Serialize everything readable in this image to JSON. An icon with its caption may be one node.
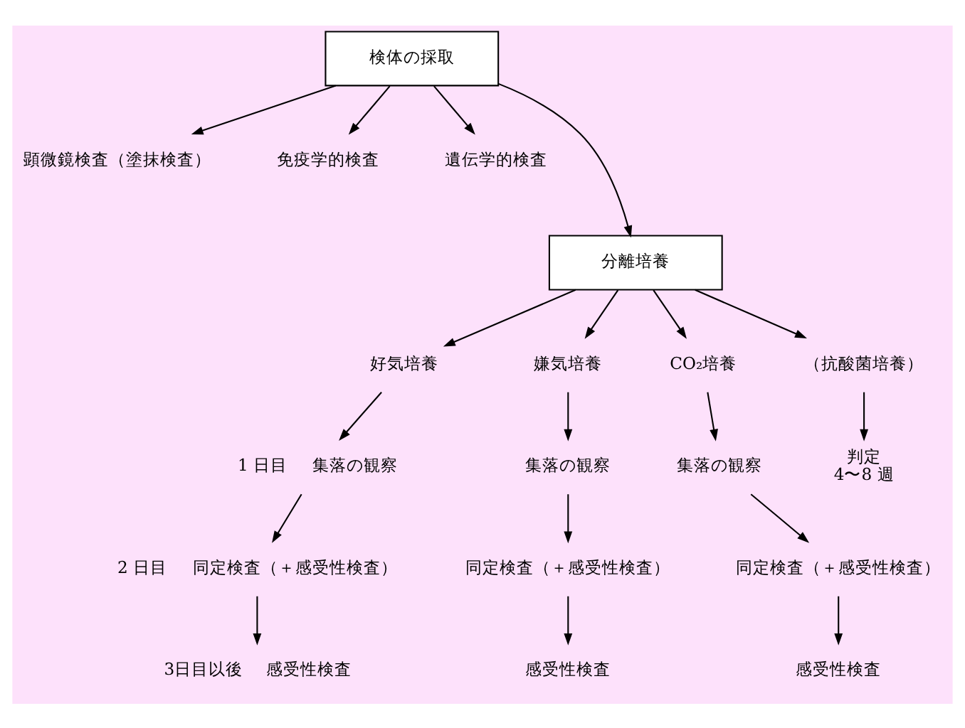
{
  "diagram": {
    "nodes": [
      {
        "text": [
          "検体の採取"
        ]
      },
      {
        "text": [
          "顕微鏡検査（塗抹検査）"
        ]
      },
      {
        "text": [
          "免疫学的検査"
        ]
      },
      {
        "text": [
          "遺伝学的検査"
        ]
      },
      {
        "text": [
          "分離培養"
        ]
      },
      {
        "text": [
          "好気培養"
        ]
      },
      {
        "text": [
          "嫌気培養"
        ]
      },
      {
        "text": [
          "CO₂培養"
        ]
      },
      {
        "text": [
          "（抗酸菌培養）"
        ]
      },
      {
        "text": [
          "集落の観察"
        ],
        "beside": [
          "1 日目"
        ]
      },
      {
        "text": [
          "同定検査（＋感受性検査）"
        ],
        "beside": [
          "2 日目"
        ]
      },
      {
        "text": [
          "感受性検査"
        ],
        "beside": [
          "3日目以後"
        ]
      },
      {
        "text": [
          "集落の観察"
        ]
      },
      {
        "text": [
          "同定検査（＋感受性検査）"
        ]
      },
      {
        "text": [
          "感受性検査"
        ]
      },
      {
        "text": [
          "集落の観察"
        ]
      },
      {
        "text": [
          "同定検査（＋感受性検査）"
        ]
      },
      {
        "text": [
          "感受性検査"
        ]
      },
      {
        "text": [
          "判定",
          "4〜8 週"
        ]
      }
    ],
    "edges": [
      {
        "from": 0,
        "to": 1,
        "arrow": "to"
      },
      {
        "from": 0,
        "to": 2,
        "arrow": "to"
      },
      {
        "from": 0,
        "to": 3,
        "arrow": "to"
      },
      {
        "from": 0,
        "to": 4,
        "arrow": "to"
      },
      {
        "from": 4,
        "to": 5,
        "arrow": "to"
      },
      {
        "from": 4,
        "to": 6,
        "arrow": "to"
      },
      {
        "from": 4,
        "to": 7,
        "arrow": "to"
      },
      {
        "from": 4,
        "to": 8,
        "arrow": "to"
      },
      {
        "from": 5,
        "to": 9,
        "arrow": "to"
      },
      {
        "from": 9,
        "to": 10,
        "arrow": "to"
      },
      {
        "from": 10,
        "to": 11,
        "arrow": "to"
      },
      {
        "from": 6,
        "to": 12,
        "arrow": "to"
      },
      {
        "from": 12,
        "to": 13,
        "arrow": "to"
      },
      {
        "from": 13,
        "to": 14,
        "arrow": "to"
      },
      {
        "from": 7,
        "to": 15,
        "arrow": "to"
      },
      {
        "from": 15,
        "to": 16,
        "arrow": "to"
      },
      {
        "from": 16,
        "to": 17,
        "arrow": "to"
      },
      {
        "from": 8,
        "to": 18,
        "arrow": "to"
      }
    ]
  }
}
